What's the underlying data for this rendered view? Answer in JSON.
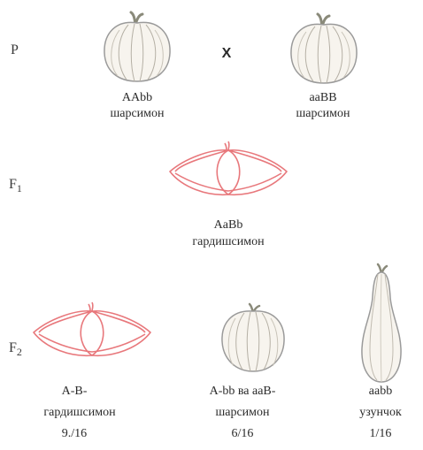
{
  "generations": {
    "p": "P",
    "f1": "F",
    "f1_sub": "1",
    "f2": "F",
    "f2_sub": "2"
  },
  "cross_symbol": "X",
  "parents": [
    {
      "genotype": "AAbb",
      "phenotype": "шарсимон"
    },
    {
      "genotype": "aaBB",
      "phenotype": "шарсимон"
    }
  ],
  "f1": {
    "genotype": "AaBb",
    "phenotype": "гардишсимон"
  },
  "f2": [
    {
      "genotype": "A-B-",
      "phenotype": "гардишсимон",
      "ratio": "9./16"
    },
    {
      "genotype": "A-bb ва aaB-",
      "phenotype": "шарсимон",
      "ratio": "6/16"
    },
    {
      "genotype": "aabb",
      "phenotype": "узунчок",
      "ratio": "1/16"
    }
  ],
  "colors": {
    "disc_outline": "#e8787c",
    "pumpkin_outline": "#9a9a9a",
    "pumpkin_fill": "#f7f4ee"
  }
}
